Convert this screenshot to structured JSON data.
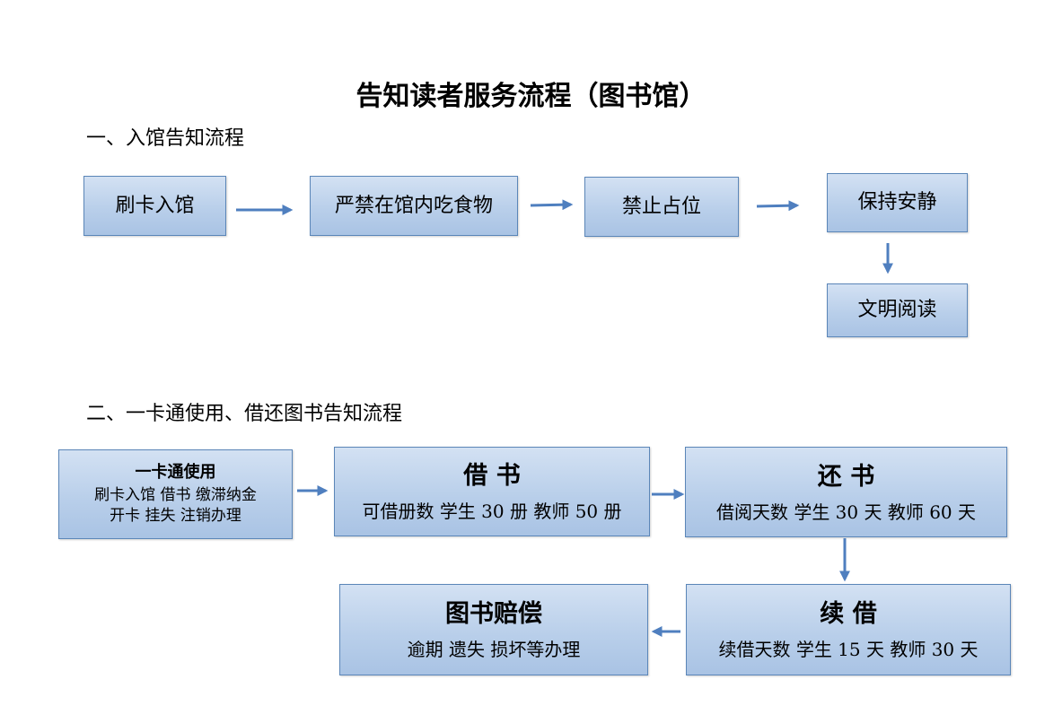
{
  "title": "告知读者服务流程（图书馆）",
  "section1": {
    "heading": "一、入馆告知流程",
    "steps": [
      "刷卡入馆",
      "严禁在馆内吃食物",
      "禁止占位",
      "保持安静",
      "文明阅读"
    ]
  },
  "section2": {
    "heading": "二、一卡通使用、借还图书告知流程",
    "card": {
      "head": "一卡通使用",
      "line1": "刷卡入馆  借书  缴滞纳金",
      "line2": "开卡  挂失  注销办理"
    },
    "borrow": {
      "head": "借    书",
      "detail": "可借册数  学生 30 册  教师 50 册"
    },
    "return": {
      "head": "还    书",
      "detail": "借阅天数  学生 30 天  教师 60 天"
    },
    "renew": {
      "head": "续  借",
      "detail": "续借天数  学生 15 天  教师 30 天"
    },
    "compensation": {
      "head": "图书赔偿",
      "detail": "逾期  遗失  损坏等办理"
    }
  },
  "colors": {
    "box_border": "#5b86b8",
    "box_fill": "#b9cfea",
    "arrow": "#4f7fbf"
  }
}
